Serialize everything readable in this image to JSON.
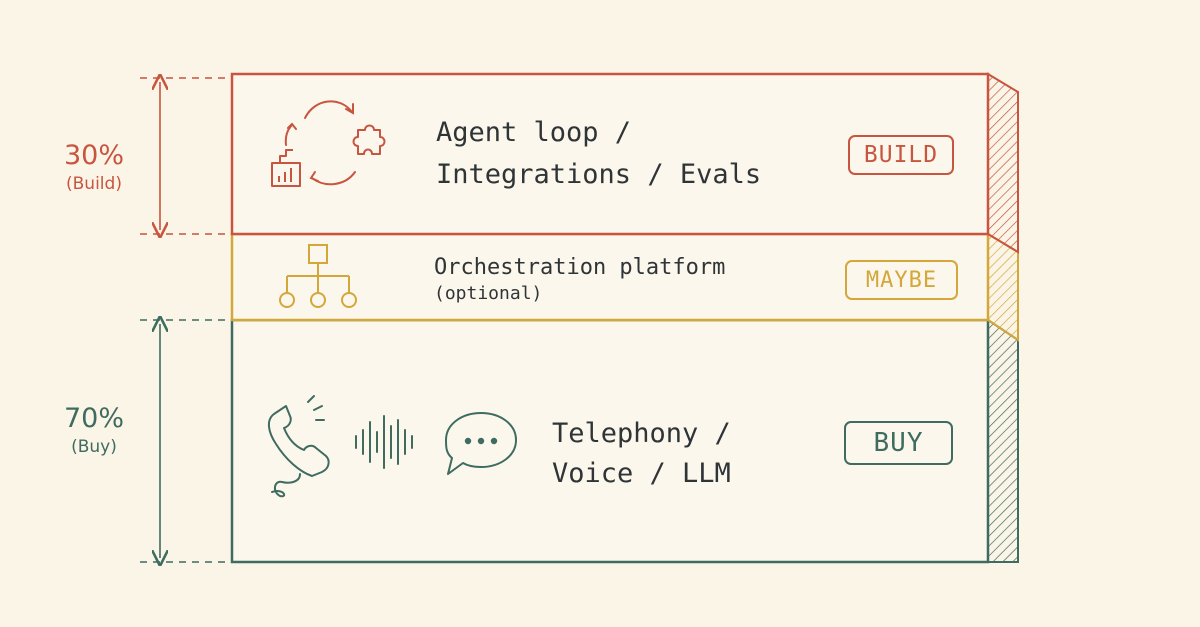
{
  "colors": {
    "background": "#fbf5e8",
    "build": "#c8553f",
    "maybe": "#d3a73a",
    "buy": "#3f6b60",
    "text": "#2f3437",
    "box_fill": "#fcf7ec"
  },
  "layers": [
    {
      "id": "build",
      "line1": "Agent loop /",
      "line2": "Integrations / Evals",
      "badge": "BUILD",
      "icons": [
        "cycle-arrows-icon",
        "puzzle-piece-icon",
        "chart-block-icon"
      ]
    },
    {
      "id": "maybe",
      "line1": "Orchestration platform",
      "line2": "(optional)",
      "badge": "MAYBE",
      "icons": [
        "org-tree-icon"
      ]
    },
    {
      "id": "buy",
      "line1": "Telephony /",
      "line2": "Voice / LLM",
      "badge": "BUY",
      "icons": [
        "phone-icon",
        "waveform-icon",
        "chat-bubble-icon"
      ]
    }
  ],
  "annotations": {
    "build": {
      "percent": "30%",
      "label": "(Build)"
    },
    "buy": {
      "percent": "70%",
      "label": "(Buy)"
    }
  }
}
